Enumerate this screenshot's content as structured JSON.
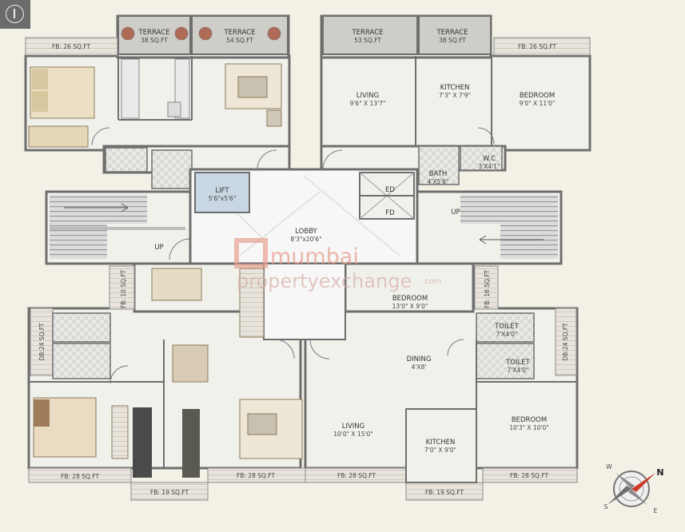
{
  "rooms": {
    "terrace_1": {
      "name": "TERRACE",
      "size": "38 SQ.FT"
    },
    "terrace_2": {
      "name": "TERRACE",
      "size": "54 SQ.FT"
    },
    "terrace_3": {
      "name": "TERRACE",
      "size": "53 SQ.FT"
    },
    "terrace_4": {
      "name": "TERRACE",
      "size": "38 SQ.FT"
    },
    "living_top_right": {
      "name": "LIVING",
      "size": "9'6\" X 13'7\""
    },
    "kitchen_top_right": {
      "name": "KITCHEN",
      "size": "7'3\" X 7'9\""
    },
    "bedroom_top_right": {
      "name": "BEDROOM",
      "size": "9'0\" X 11'0\""
    },
    "bath_top_right": {
      "name": "BATH",
      "size": "4'X5'6\""
    },
    "wc_top_right": {
      "name": "W.C",
      "size": "3'X4'1\""
    },
    "lift": {
      "name": "LIFT",
      "size": "5'6\"x5'6\""
    },
    "lobby": {
      "name": "LOBBY",
      "size": "8'3\"x20'6\""
    },
    "bedroom_mid_right": {
      "name": "BEDROOM",
      "size": "13'0\" X 9'0\""
    },
    "toilet_1": {
      "name": "TOILET",
      "size": "7'X4'0\""
    },
    "toilet_2": {
      "name": "TOILET",
      "size": "7'X4'0\""
    },
    "dining": {
      "name": "DINING",
      "size": "4'X8'"
    },
    "living_bottom_right": {
      "name": "LIVING",
      "size": "10'0\" X 15'0\""
    },
    "kitchen_bottom_right": {
      "name": "KITCHEN",
      "size": "7'0\" X 9'0\""
    },
    "bedroom_bottom_right": {
      "name": "BEDROOM",
      "size": "10'3\" X 10'0\""
    }
  },
  "fb_labels": {
    "top_left": "FB: 26 SQ.FT",
    "top_right": "FB: 26 SQ.FT",
    "bottom_1": "FB: 28 SQ.FT",
    "bottom_2": "FB: 19 SQ.FT",
    "bottom_3": "FB: 28 SQ.FT",
    "bottom_4": "FB: 28 SQ.FT",
    "bottom_5": "FB: 19 SQ.FT",
    "bottom_6": "FB: 28 SQ.FT",
    "side_left_mid": "FB: 10 SQ.FT",
    "side_right_mid": "FB: 16 SQ.FT",
    "db_left": "DB:24 SQ.FT",
    "db_right": "DB:24 SQ.FT"
  },
  "lift_doors": {
    "ed": "ED",
    "fd": "FD"
  },
  "stairs": {
    "left_up": "UP",
    "right_up": "UP"
  },
  "watermark": {
    "line1": "mumbai",
    "line2": "propertyexchange",
    "suffix": ".com"
  },
  "compass": {
    "n": "N",
    "w": "W",
    "s": "S",
    "e": "E"
  },
  "colors": {
    "background": "#f3f1e6",
    "floor": "#f1f1ec",
    "wall": "#6e6e6e",
    "terrace": "#cfcdc8",
    "lobby": "#f7f7f7",
    "lift": "#c9d6e4",
    "accent": "#cc3b2a"
  }
}
